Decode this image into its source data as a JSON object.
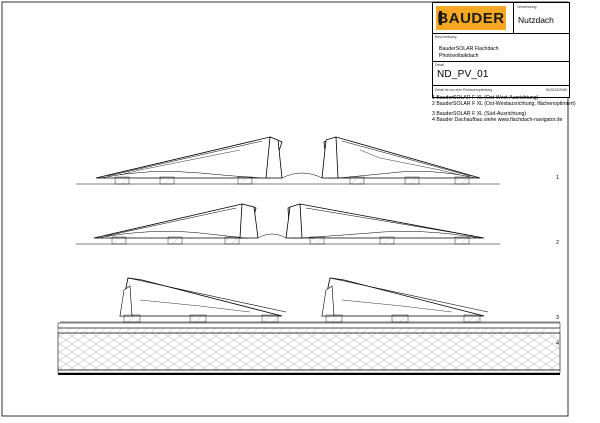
{
  "title_block": {
    "logo_text": "BAUDER",
    "usage_caption": "Verwendung",
    "usage": "Nutzdach",
    "description_caption": "Beschreibung",
    "description_lines": [
      "BauderSOLAR Flachdach",
      "Photovoltaikdach"
    ],
    "drawing_caption": "Detail",
    "drawing_number": "ND_PV_01",
    "footer_left": "Detail ist nur eine Einbauempfehlung",
    "footer_right": "05/2023/2085"
  },
  "legend": [
    "1  BauderSOLAR F XL (Ost-West-Ausrichtung)",
    "2  BauderSOLAR F XL (Ost-Westausrichtung, flächenoptimiert)",
    "3  BauderSOLAR F XL (Süd-Ausrichtung)",
    "4  Bauder Dachaufbau siehe www.flachdach-navigator.de"
  ],
  "row_numbers": [
    "1",
    "2",
    "3",
    "4"
  ],
  "colors": {
    "logo_bg": "#f7a823",
    "line": "#000000",
    "fill": "#ffffff"
  }
}
